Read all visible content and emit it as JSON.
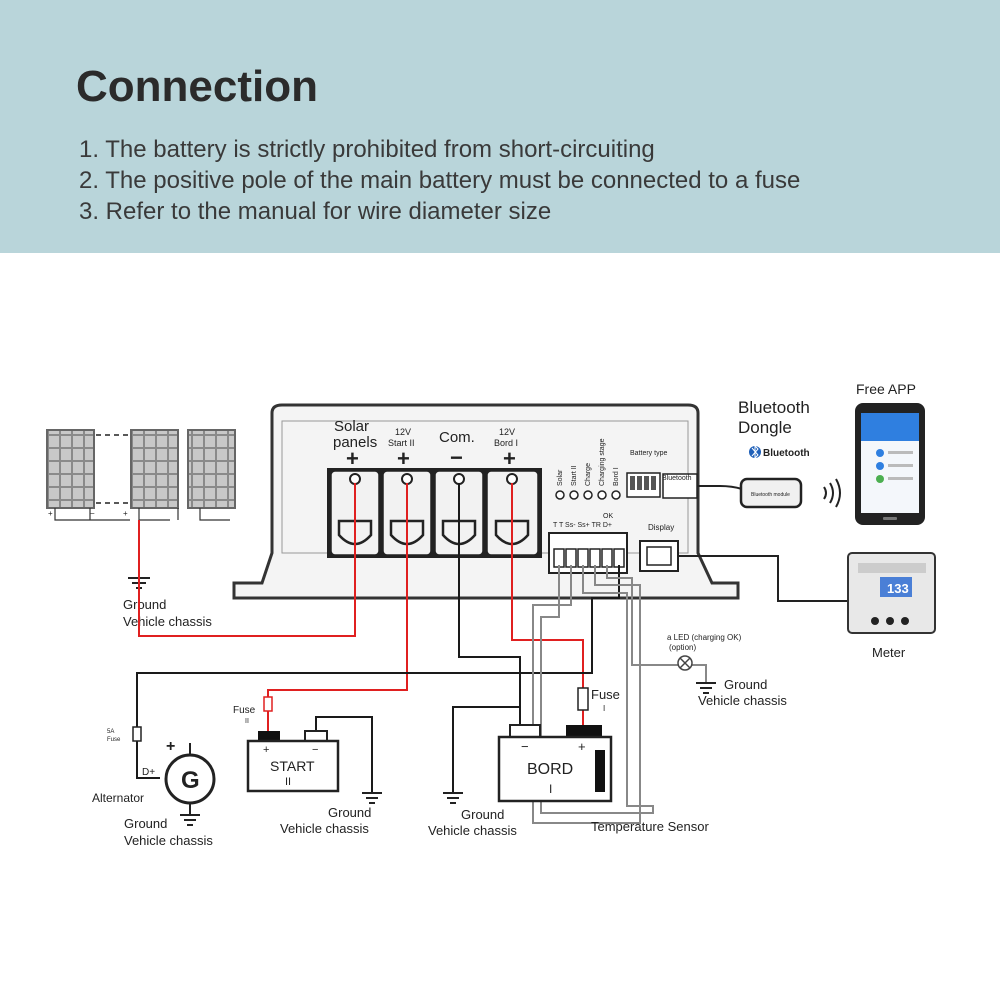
{
  "header": {
    "title": "Connection",
    "notes": [
      "1. The battery is strictly prohibited from short-circuiting",
      "2. The positive pole of the main battery must be connected to a fuse",
      "3. Refer to the manual for wire diameter size"
    ]
  },
  "diagram": {
    "terminals": {
      "solar": "Solar",
      "panels": "panels",
      "start_v": "12V",
      "start": "Start II",
      "com": "Com.",
      "bord_v": "12V",
      "bord": "Bord I",
      "plus": "+",
      "minus": "−"
    },
    "leds": [
      "Solar",
      "Start II",
      "Charge",
      "Charging stage",
      "Bord I"
    ],
    "battery_type": "Battery type",
    "bluetooth_port": "Bluetooth",
    "display_port": "Display",
    "signal_header": "T  T  Ss- Ss+ TR D+",
    "signal_ok": "OK",
    "bluetooth_dongle_line1": "Bluetooth",
    "bluetooth_dongle_line2": "Dongle",
    "bluetooth_brand": "Bluetooth",
    "dongle_label": "Bluetooth module",
    "free_app": "Free APP",
    "meter": "Meter",
    "meter_value": "133",
    "led_label_line1": "a LED (charging OK)",
    "led_label_line2": "(option)",
    "ground": "Ground",
    "vehicle_chassis": "Vehicle chassis",
    "fuse_start": "Fuse",
    "fuse_start_num": "II",
    "fuse_bord": "Fuse",
    "fuse_bord_num": "I",
    "fuse_5a_line1": "5A",
    "fuse_5a_line2": "Fuse",
    "alternator": "Alternator",
    "alt_g": "G",
    "alt_dplus": "D+",
    "start_battery": "START",
    "start_battery_num": "II",
    "bord_battery": "BORD",
    "bord_battery_num": "I",
    "temperature_sensor": "Temperature Sensor"
  },
  "colors": {
    "banner": "#b9d5da",
    "wire_red": "#e02020",
    "wire_black": "#1a1a1a",
    "wire_gray": "#888888",
    "app_blue": "#2f7fe0"
  }
}
